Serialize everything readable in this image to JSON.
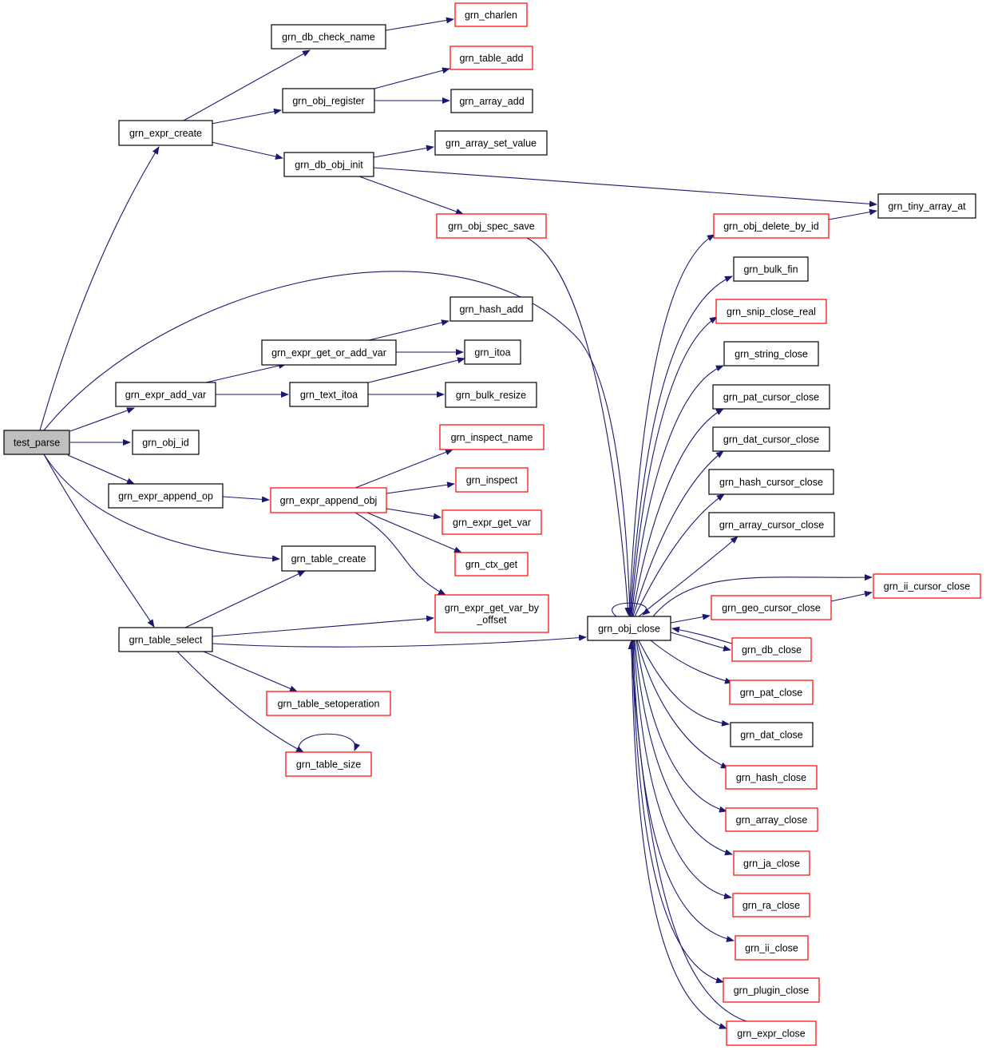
{
  "graph": {
    "colors": {
      "edge": "#191970",
      "black_border": "#000000",
      "red_border": "#ff0000",
      "root_fill": "#bfbfbf"
    },
    "nodes": [
      {
        "id": "test_parse",
        "label": "test_parse",
        "border": "root"
      },
      {
        "id": "grn_expr_create",
        "label": "grn_expr_create",
        "border": "black"
      },
      {
        "id": "grn_db_check_name",
        "label": "grn_db_check_name",
        "border": "black"
      },
      {
        "id": "grn_charlen",
        "label": "grn_charlen",
        "border": "red"
      },
      {
        "id": "grn_obj_register",
        "label": "grn_obj_register",
        "border": "black"
      },
      {
        "id": "grn_table_add",
        "label": "grn_table_add",
        "border": "red"
      },
      {
        "id": "grn_array_add",
        "label": "grn_array_add",
        "border": "black"
      },
      {
        "id": "grn_db_obj_init",
        "label": "grn_db_obj_init",
        "border": "black"
      },
      {
        "id": "grn_array_set_value",
        "label": "grn_array_set_value",
        "border": "black"
      },
      {
        "id": "grn_tiny_array_at",
        "label": "grn_tiny_array_at",
        "border": "black"
      },
      {
        "id": "grn_obj_spec_save",
        "label": "grn_obj_spec_save",
        "border": "red"
      },
      {
        "id": "grn_obj_delete_by_id",
        "label": "grn_obj_delete_by_id",
        "border": "red"
      },
      {
        "id": "grn_bulk_fin",
        "label": "grn_bulk_fin",
        "border": "black"
      },
      {
        "id": "grn_hash_add",
        "label": "grn_hash_add",
        "border": "black"
      },
      {
        "id": "grn_snip_close_real",
        "label": "grn_snip_close_real",
        "border": "red"
      },
      {
        "id": "grn_expr_get_or_add_var",
        "label": "grn_expr_get_or_add_var",
        "border": "black"
      },
      {
        "id": "grn_itoa",
        "label": "grn_itoa",
        "border": "black"
      },
      {
        "id": "grn_string_close",
        "label": "grn_string_close",
        "border": "black"
      },
      {
        "id": "grn_expr_add_var",
        "label": "grn_expr_add_var",
        "border": "black"
      },
      {
        "id": "grn_text_itoa",
        "label": "grn_text_itoa",
        "border": "black"
      },
      {
        "id": "grn_bulk_resize",
        "label": "grn_bulk_resize",
        "border": "black"
      },
      {
        "id": "grn_pat_cursor_close",
        "label": "grn_pat_cursor_close",
        "border": "black"
      },
      {
        "id": "grn_obj_id",
        "label": "grn_obj_id",
        "border": "black"
      },
      {
        "id": "grn_inspect_name",
        "label": "grn_inspect_name",
        "border": "red"
      },
      {
        "id": "grn_dat_cursor_close",
        "label": "grn_dat_cursor_close",
        "border": "black"
      },
      {
        "id": "grn_inspect",
        "label": "grn_inspect",
        "border": "red"
      },
      {
        "id": "grn_hash_cursor_close",
        "label": "grn_hash_cursor_close",
        "border": "black"
      },
      {
        "id": "grn_expr_append_op",
        "label": "grn_expr_append_op",
        "border": "black"
      },
      {
        "id": "grn_expr_append_obj",
        "label": "grn_expr_append_obj",
        "border": "red"
      },
      {
        "id": "grn_expr_get_var",
        "label": "grn_expr_get_var",
        "border": "red"
      },
      {
        "id": "grn_array_cursor_close",
        "label": "grn_array_cursor_close",
        "border": "black"
      },
      {
        "id": "grn_table_create",
        "label": "grn_table_create",
        "border": "black"
      },
      {
        "id": "grn_ctx_get",
        "label": "grn_ctx_get",
        "border": "red"
      },
      {
        "id": "grn_ii_cursor_close",
        "label": "grn_ii_cursor_close",
        "border": "red"
      },
      {
        "id": "grn_expr_get_var_by_offset",
        "label": "grn_expr_get_var_by\n_offset",
        "border": "red"
      },
      {
        "id": "grn_geo_cursor_close",
        "label": "grn_geo_cursor_close",
        "border": "red"
      },
      {
        "id": "grn_obj_close",
        "label": "grn_obj_close",
        "border": "black"
      },
      {
        "id": "grn_table_select",
        "label": "grn_table_select",
        "border": "black"
      },
      {
        "id": "grn_db_close",
        "label": "grn_db_close",
        "border": "red"
      },
      {
        "id": "grn_pat_close",
        "label": "grn_pat_close",
        "border": "red"
      },
      {
        "id": "grn_table_setoperation",
        "label": "grn_table_setoperation",
        "border": "red"
      },
      {
        "id": "grn_dat_close",
        "label": "grn_dat_close",
        "border": "black"
      },
      {
        "id": "grn_table_size",
        "label": "grn_table_size",
        "border": "red"
      },
      {
        "id": "grn_hash_close",
        "label": "grn_hash_close",
        "border": "red"
      },
      {
        "id": "grn_array_close",
        "label": "grn_array_close",
        "border": "red"
      },
      {
        "id": "grn_ja_close",
        "label": "grn_ja_close",
        "border": "red"
      },
      {
        "id": "grn_ra_close",
        "label": "grn_ra_close",
        "border": "red"
      },
      {
        "id": "grn_ii_close",
        "label": "grn_ii_close",
        "border": "red"
      },
      {
        "id": "grn_plugin_close",
        "label": "grn_plugin_close",
        "border": "red"
      },
      {
        "id": "grn_expr_close",
        "label": "grn_expr_close",
        "border": "red"
      }
    ],
    "edges": [
      {
        "from": "test_parse",
        "to": "grn_expr_create"
      },
      {
        "from": "test_parse",
        "to": "grn_obj_close"
      },
      {
        "from": "test_parse",
        "to": "grn_expr_add_var"
      },
      {
        "from": "test_parse",
        "to": "grn_obj_id"
      },
      {
        "from": "test_parse",
        "to": "grn_expr_append_op"
      },
      {
        "from": "test_parse",
        "to": "grn_table_create"
      },
      {
        "from": "test_parse",
        "to": "grn_table_select"
      },
      {
        "from": "grn_expr_create",
        "to": "grn_db_check_name"
      },
      {
        "from": "grn_expr_create",
        "to": "grn_obj_register"
      },
      {
        "from": "grn_expr_create",
        "to": "grn_db_obj_init"
      },
      {
        "from": "grn_db_check_name",
        "to": "grn_charlen"
      },
      {
        "from": "grn_obj_register",
        "to": "grn_table_add"
      },
      {
        "from": "grn_obj_register",
        "to": "grn_array_add"
      },
      {
        "from": "grn_db_obj_init",
        "to": "grn_array_set_value"
      },
      {
        "from": "grn_db_obj_init",
        "to": "grn_tiny_array_at"
      },
      {
        "from": "grn_db_obj_init",
        "to": "grn_obj_spec_save"
      },
      {
        "from": "grn_obj_spec_save",
        "to": "grn_obj_close"
      },
      {
        "from": "grn_expr_add_var",
        "to": "grn_expr_get_or_add_var"
      },
      {
        "from": "grn_expr_add_var",
        "to": "grn_text_itoa"
      },
      {
        "from": "grn_expr_get_or_add_var",
        "to": "grn_hash_add"
      },
      {
        "from": "grn_expr_get_or_add_var",
        "to": "grn_itoa"
      },
      {
        "from": "grn_text_itoa",
        "to": "grn_itoa"
      },
      {
        "from": "grn_text_itoa",
        "to": "grn_bulk_resize"
      },
      {
        "from": "grn_expr_append_op",
        "to": "grn_expr_append_obj"
      },
      {
        "from": "grn_expr_append_obj",
        "to": "grn_inspect_name"
      },
      {
        "from": "grn_expr_append_obj",
        "to": "grn_inspect"
      },
      {
        "from": "grn_expr_append_obj",
        "to": "grn_expr_get_var"
      },
      {
        "from": "grn_expr_append_obj",
        "to": "grn_ctx_get"
      },
      {
        "from": "grn_expr_append_obj",
        "to": "grn_expr_get_var_by_offset"
      },
      {
        "from": "grn_table_select",
        "to": "grn_table_create"
      },
      {
        "from": "grn_table_select",
        "to": "grn_expr_get_var_by_offset"
      },
      {
        "from": "grn_table_select",
        "to": "grn_obj_close"
      },
      {
        "from": "grn_table_select",
        "to": "grn_table_setoperation"
      },
      {
        "from": "grn_table_select",
        "to": "grn_table_size"
      },
      {
        "from": "grn_table_size",
        "to": "grn_table_size"
      },
      {
        "from": "grn_obj_close",
        "to": "grn_obj_close"
      },
      {
        "from": "grn_obj_close",
        "to": "grn_obj_delete_by_id"
      },
      {
        "from": "grn_obj_close",
        "to": "grn_bulk_fin"
      },
      {
        "from": "grn_obj_close",
        "to": "grn_snip_close_real"
      },
      {
        "from": "grn_obj_close",
        "to": "grn_string_close"
      },
      {
        "from": "grn_obj_close",
        "to": "grn_pat_cursor_close"
      },
      {
        "from": "grn_obj_close",
        "to": "grn_dat_cursor_close"
      },
      {
        "from": "grn_obj_close",
        "to": "grn_hash_cursor_close"
      },
      {
        "from": "grn_obj_close",
        "to": "grn_array_cursor_close"
      },
      {
        "from": "grn_obj_close",
        "to": "grn_ii_cursor_close"
      },
      {
        "from": "grn_obj_close",
        "to": "grn_geo_cursor_close"
      },
      {
        "from": "grn_obj_close",
        "to": "grn_db_close"
      },
      {
        "from": "grn_obj_close",
        "to": "grn_pat_close"
      },
      {
        "from": "grn_obj_close",
        "to": "grn_dat_close"
      },
      {
        "from": "grn_obj_close",
        "to": "grn_hash_close"
      },
      {
        "from": "grn_obj_close",
        "to": "grn_array_close"
      },
      {
        "from": "grn_obj_close",
        "to": "grn_ja_close"
      },
      {
        "from": "grn_obj_close",
        "to": "grn_ra_close"
      },
      {
        "from": "grn_obj_close",
        "to": "grn_ii_close"
      },
      {
        "from": "grn_obj_close",
        "to": "grn_plugin_close"
      },
      {
        "from": "grn_obj_close",
        "to": "grn_expr_close"
      },
      {
        "from": "grn_obj_delete_by_id",
        "to": "grn_tiny_array_at"
      },
      {
        "from": "grn_geo_cursor_close",
        "to": "grn_ii_cursor_close"
      },
      {
        "from": "grn_db_close",
        "to": "grn_obj_close"
      },
      {
        "from": "grn_expr_close",
        "to": "grn_obj_close"
      }
    ]
  }
}
